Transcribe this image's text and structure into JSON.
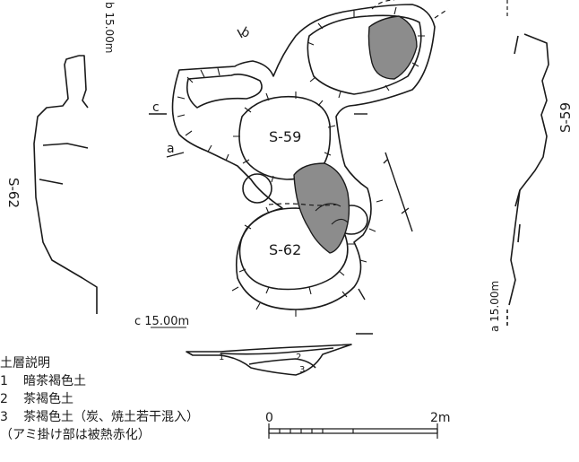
{
  "features": {
    "s59": "S-59",
    "s62": "S-62"
  },
  "section_labels": {
    "a": "a",
    "b": "b",
    "c": "c"
  },
  "elevations": {
    "b_top": "b 15.00m",
    "a_right": "a 15.00m",
    "c_left": "c 15.00m"
  },
  "profile_labels": {
    "left": "S-62",
    "right": "S-59"
  },
  "layer_numbers": [
    "1",
    "2",
    "3"
  ],
  "scale": {
    "start": "0",
    "end": "2m"
  },
  "legend": {
    "title": "土層説明",
    "items": [
      {
        "num": "1",
        "text": "暗茶褐色土"
      },
      {
        "num": "2",
        "text": "茶褐色土"
      },
      {
        "num": "3",
        "text": "茶褐色土（炭、焼土若干混入）"
      }
    ],
    "note": "（アミ掛け部は被熱赤化）"
  },
  "colors": {
    "line": "#1a1a1a",
    "burnt_fill": "#8c8c8c"
  }
}
